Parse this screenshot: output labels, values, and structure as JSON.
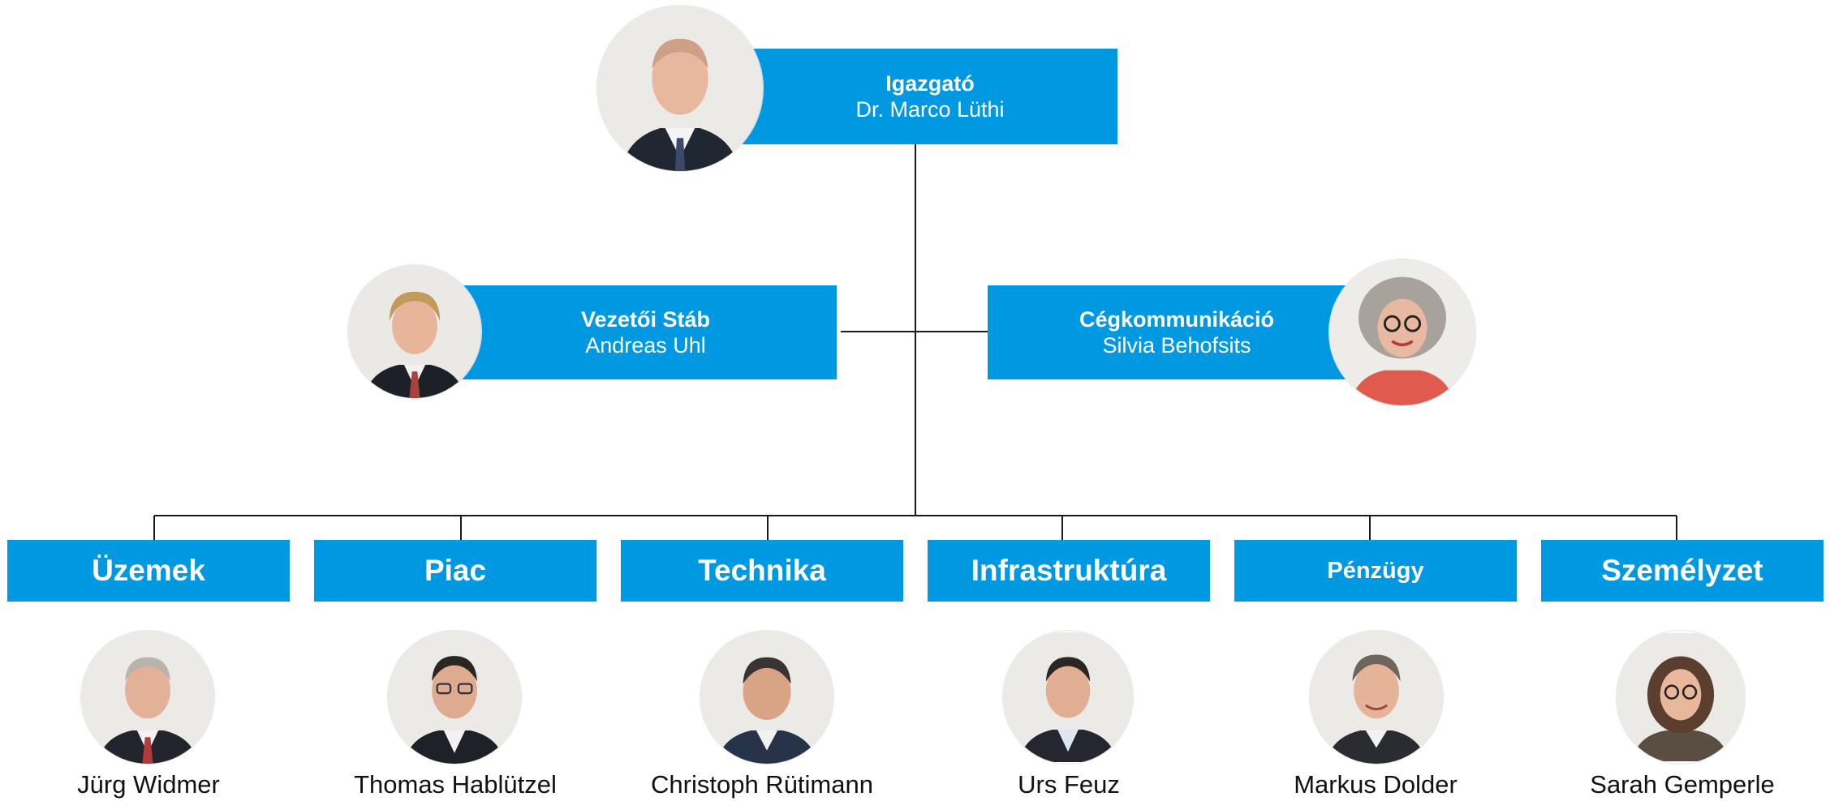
{
  "director": {
    "role": "Igazgató",
    "name": "Dr. Marco Lüthi"
  },
  "staff_left": {
    "role": "Vezetői Stáb",
    "name": "Andreas Uhl"
  },
  "staff_right": {
    "role": "Cégkommunikáció",
    "name": "Silvia Behofsits"
  },
  "departments": [
    {
      "label": "Üzemek",
      "head": "Jürg Widmer"
    },
    {
      "label": "Piac",
      "head": "Thomas Hablützel"
    },
    {
      "label": "Technika",
      "head": "Christoph Rütimann"
    },
    {
      "label": "Infrastruktúra",
      "head": "Urs Feuz"
    },
    {
      "label": "Pénzügy",
      "head": "Markus Dolder"
    },
    {
      "label": "Személyzet",
      "head": "Sarah Gemperle"
    }
  ],
  "colors": {
    "box": "#0098e0",
    "text_on_box": "#ffffff",
    "connector": "#1a1a1a"
  }
}
